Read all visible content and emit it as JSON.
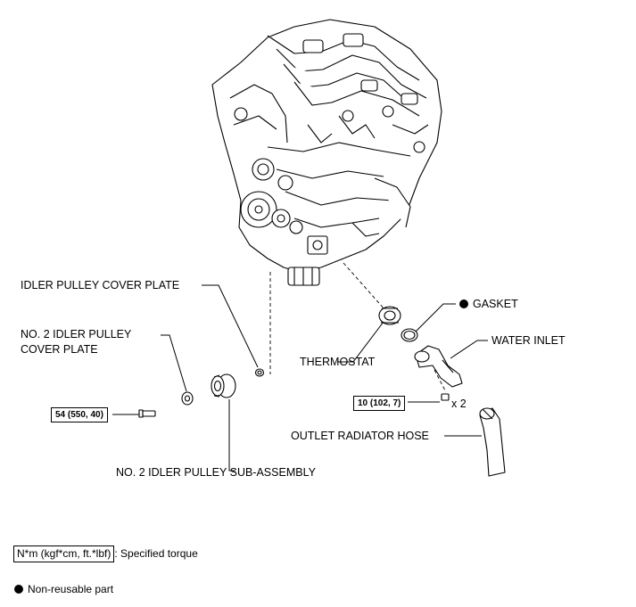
{
  "labels": {
    "idler_cover_plate": "IDLER PULLEY COVER PLATE",
    "no2_cover_plate_line1": "NO. 2 IDLER PULLEY",
    "no2_cover_plate_line2": "COVER PLATE",
    "no2_pulley_sub_assembly": "NO. 2 IDLER PULLEY SUB-ASSEMBLY",
    "thermostat": "THERMOSTAT",
    "gasket": "GASKET",
    "water_inlet": "WATER INLET",
    "outlet_radiator_hose": "OUTLET RADIATOR HOSE",
    "multiplier": "x 2"
  },
  "torque": {
    "bolt_pulley": "54 (550, 40)",
    "bolt_inlet": "10 (102, 7)"
  },
  "legend": {
    "torque_unit": "N*m (kgf*cm, ft.*lbf)",
    "torque_desc": ": Specified torque",
    "nonreusable": "Non-reusable part"
  },
  "colors": {
    "ink": "#000000",
    "background": "#ffffff"
  },
  "icons": {
    "nonreusable": "filled-circle-icon"
  }
}
